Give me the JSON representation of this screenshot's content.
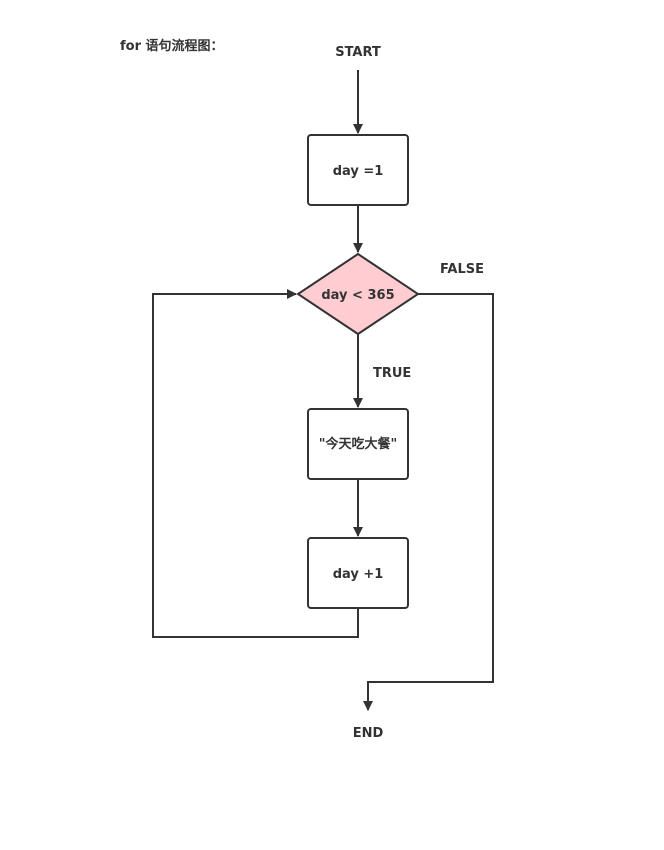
{
  "title": "for 语句流程图：",
  "colors": {
    "line": "#333333",
    "box_fill": "#ffffff",
    "decision_fill": "#ffccd1",
    "text": "#333333"
  },
  "nodes": {
    "start": "START",
    "init": "day =1",
    "condition": "day < 365",
    "body": "\"今天吃大餐\"",
    "increment": "day +1",
    "end": "END"
  },
  "edge_labels": {
    "false": "FALSE",
    "true": "TRUE"
  }
}
